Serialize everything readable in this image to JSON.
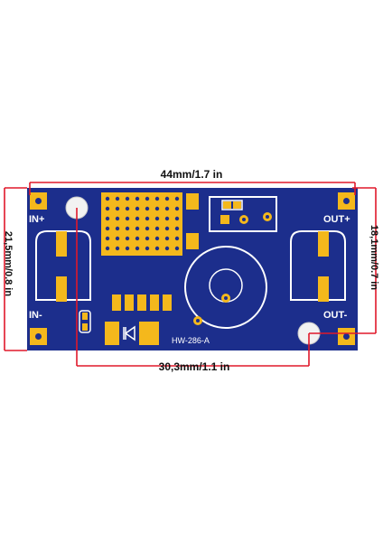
{
  "dimensions": {
    "width_total": "44mm/1.7 in",
    "hole_spacing": "30,3mm/1.1 in",
    "height_total": "21,5mm/0.8 in",
    "hole_height": "18,1mm/0.7 in"
  },
  "board": {
    "model": "HW-286-A",
    "pins": {
      "in_plus": "IN+",
      "in_minus": "IN-",
      "out_plus": "OUT+",
      "out_minus": "OUT-"
    }
  },
  "colors": {
    "pcb": "#1c2e8c",
    "pad": "#f4b81c",
    "dimension_line": "#e0182a",
    "silkscreen": "#ffffff"
  }
}
